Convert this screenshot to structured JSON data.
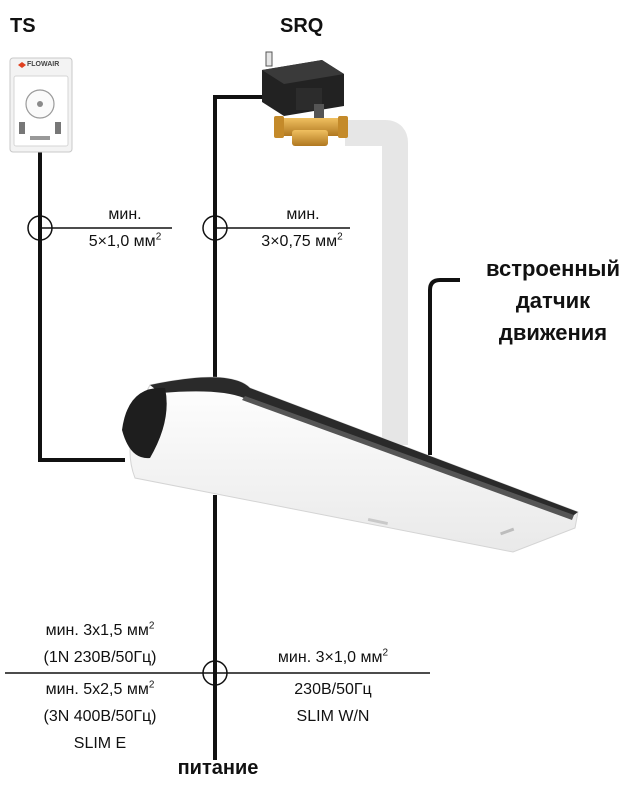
{
  "labels": {
    "ts": "TS",
    "srq": "SRQ",
    "thermostat_brand": "FLOWAIR",
    "ts_cable_min": "мин.",
    "ts_cable_spec": "5×1,0 мм",
    "srq_cable_min": "мин.",
    "srq_cable_spec": "3×0,75 мм",
    "sensor_line1": "встроенный",
    "sensor_line2": "датчик",
    "sensor_line3": "движения",
    "power_left_1": "мин. 3х1,5 мм",
    "power_left_2": "(1N 230В/50Гц)",
    "power_left_3": "мин. 5х2,5 мм",
    "power_left_4": "(3N 400В/50Гц)",
    "power_left_5": "SLIM E",
    "power_right_1": "мин. 3×1,0 мм",
    "power_right_2": "230В/50Гц",
    "power_right_3": "SLIM W/N",
    "power_title": "питание",
    "superscript": "2"
  },
  "colors": {
    "wire": "#111111",
    "pipe": "#e6e6e6",
    "curtain_body": "#f7f7f7",
    "curtain_dark": "#2a2a2a",
    "valve_brass": "#d19a3a",
    "actuator": "#222222"
  }
}
